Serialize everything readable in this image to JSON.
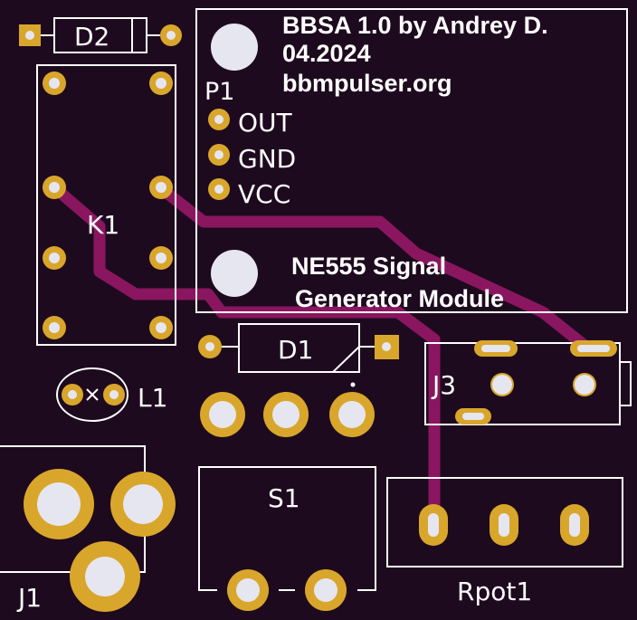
{
  "colors": {
    "board": "#1e0a1e",
    "copper_pad": "#d9a62c",
    "trace": "#8a1660",
    "silkscreen": "#ffffff",
    "drill": "#e6e6f0"
  },
  "info_box": {
    "line1": "BBSA 1.0 by Andrey D.",
    "line2": "04.2024",
    "line3": "bbmpulser.org",
    "module_line1": "NE555 Signal",
    "module_line2": "Generator Module"
  },
  "labels": {
    "d2": "D2",
    "p1": "P1",
    "out": "OUT",
    "gnd": "GND",
    "vcc": "VCC",
    "k1": "K1",
    "d1": "D1",
    "l1": "L1",
    "j3": "J3",
    "s1": "S1",
    "j1": "J1",
    "rpot1": "Rpot1"
  }
}
